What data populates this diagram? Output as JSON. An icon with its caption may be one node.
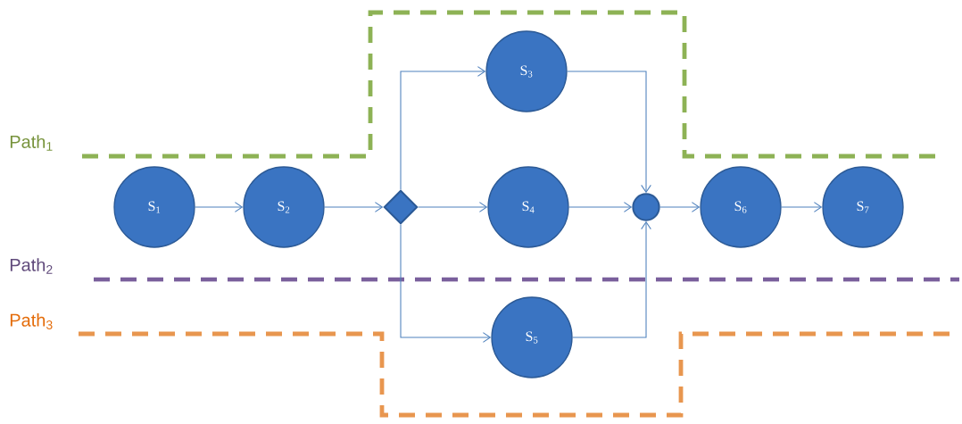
{
  "diagram": {
    "nodes": [
      {
        "text": [
          "S$_{1}$"
        ]
      },
      {
        "text": [
          "S$_{2}$"
        ]
      },
      {
        "text": [],
        "shape": "diamond"
      },
      {
        "text": [
          "S$_{3}$"
        ]
      },
      {
        "text": [
          "S$_{4}$"
        ]
      },
      {
        "text": [
          "S$_{5}$"
        ]
      },
      {
        "text": [],
        "shape": "circle"
      },
      {
        "text": [
          "S$_{6}$"
        ]
      },
      {
        "text": [
          "S$_{7}$"
        ]
      }
    ],
    "edges": [
      {
        "from": 0,
        "to": 1,
        "arrow": "to"
      },
      {
        "from": 1,
        "to": 2,
        "arrow": "to"
      },
      {
        "from": 2,
        "to": 3,
        "arrow": "to"
      },
      {
        "from": 2,
        "to": 4,
        "arrow": "to"
      },
      {
        "from": 2,
        "to": 5,
        "arrow": "to"
      },
      {
        "from": 3,
        "to": 6,
        "arrow": "to"
      },
      {
        "from": 4,
        "to": 6,
        "arrow": "to"
      },
      {
        "from": 5,
        "to": 6,
        "arrow": "to"
      },
      {
        "from": 6,
        "to": 7,
        "arrow": "to"
      },
      {
        "from": 7,
        "to": 8,
        "arrow": "to"
      }
    ],
    "labels": [
      "Path$_{1}$",
      "Path$_{2}$",
      "Path$_{3}$"
    ]
  }
}
